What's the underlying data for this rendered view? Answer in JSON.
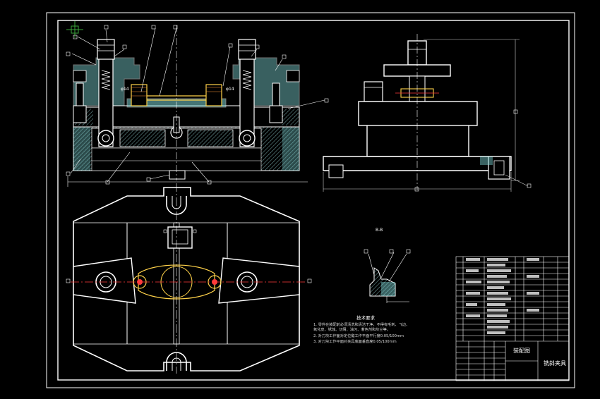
{
  "colors": {
    "background": "#000000",
    "line": "#ffffff",
    "section_fill": "#7fd6d6",
    "hatch": "#9adcdc",
    "center_line": "#ff3b3b",
    "yellow": "#ffd24a",
    "green": "#3aa53a",
    "dim_line": "#cfcfcf"
  },
  "drawing": {
    "section_label": "B-B",
    "dim_left": "φ14",
    "dim_right": "φ14",
    "tech_title": "技术要求",
    "tech_lines": [
      "1. 零件在装配前必须清洗和清洁干净，不得有毛刺、飞边、",
      "   氧化皮、锈蚀、切屑、油污、着色剂和灰尘等。",
      "2. 对刀块工作面对定位键工作平面平行度0.05/100mm",
      "3. 对刀块工作平面对夹具底面垂直度0.05/100mm"
    ]
  },
  "title_block": {
    "drawing_name": "装配图",
    "product_name": "铣斜夹具"
  }
}
